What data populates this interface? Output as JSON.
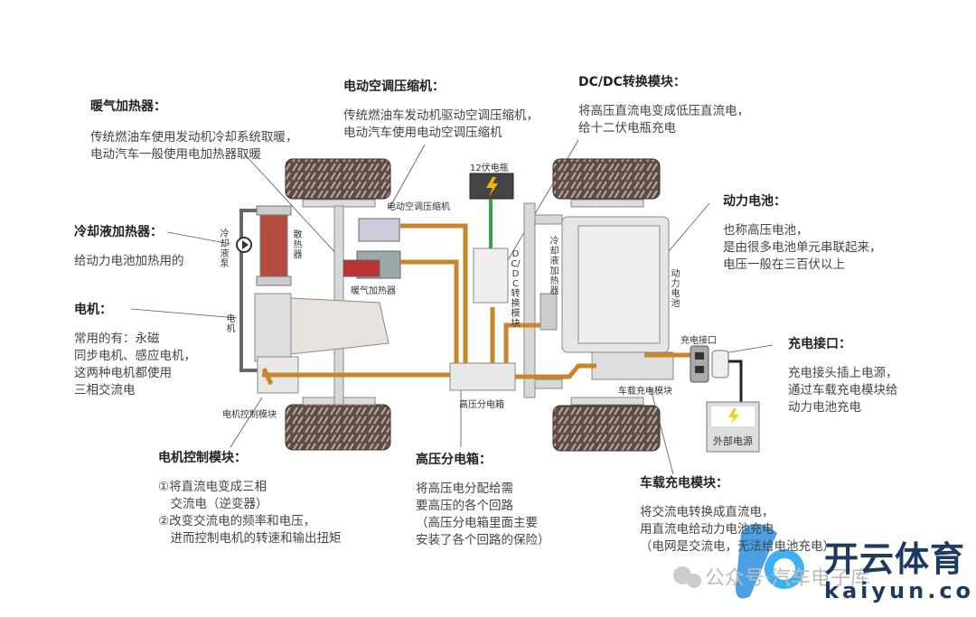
{
  "callouts": {
    "heater": {
      "title": "暖气加热器：",
      "lines": [
        "传统燃油车使用发动机冷却系统取暖，",
        "电动汽车一般使用电加热器取暖"
      ]
    },
    "compressor": {
      "title": "电动空调压缩机：",
      "lines": [
        "传统燃油车发动机驱动空调压缩机，",
        "电动汽车使用电动空调压缩机"
      ]
    },
    "dcdc": {
      "title": "DC/DC转换模块：",
      "lines": [
        "将高压直流电变成低压直流电，",
        "给十二伏电瓶充电"
      ]
    },
    "coolant_heater": {
      "title": "冷却液加热器：",
      "lines": [
        "给动力电池加热用的"
      ]
    },
    "motor": {
      "title": "电机：",
      "lines": [
        "常用的有：永磁",
        "同步电机、感应电机，",
        "这两种电机都使用",
        "三相交流电"
      ]
    },
    "battery": {
      "title": "动力电池：",
      "lines": [
        "也称高压电池，",
        "是由很多电池单元串联起来，",
        "电压一般在三百伏以上"
      ]
    },
    "charge_port": {
      "title": "充电接口：",
      "lines": [
        "充电接头插上电源，",
        "通过车载充电模块给",
        "动力电池充电"
      ]
    },
    "motor_control": {
      "title": "电机控制模块：",
      "lines": [
        "①将直流电变成三相",
        "　交流电（逆变器）",
        "②改变交流电的频率和电压，",
        "　进而控制电机的转速和输出扭矩"
      ]
    },
    "hv_box": {
      "title": "高压分电箱：",
      "lines": [
        "将高压电分配给需",
        "要高压的各个回路",
        "（高压分电箱里面主要",
        "安装了各个回路的保险）"
      ]
    },
    "obc": {
      "title": "车载充电模块：",
      "lines": [
        "将交流电转换成直流电，",
        "用直流电给动力电池充电",
        "（电网是交流电，无法给电池充电）"
      ]
    }
  },
  "diagram_labels": {
    "battery_12v": "12伏电瓶",
    "compressor": "电动空调压缩机",
    "heater": "暖气加热器",
    "pump": "冷却液泵",
    "radiator": "散热器",
    "motor": "电机",
    "motor_control": "电机控制模块",
    "hv_box": "高压分电箱",
    "dcdc": "DC/DC转换模块",
    "coolant_heater": "冷却液加热器",
    "battery": "动力电池",
    "charge_port": "充电接口",
    "obc": "车载充电模块",
    "external_power": "外部电源"
  },
  "watermark": {
    "account": "公众号·汽车电子库",
    "brand": "开云体育",
    "domain": "kaiyun.com"
  },
  "colors": {
    "cable": "#c8862a",
    "tire": "#5a4a44",
    "green_wire": "#3aa040",
    "body": "#dcdcdc"
  }
}
